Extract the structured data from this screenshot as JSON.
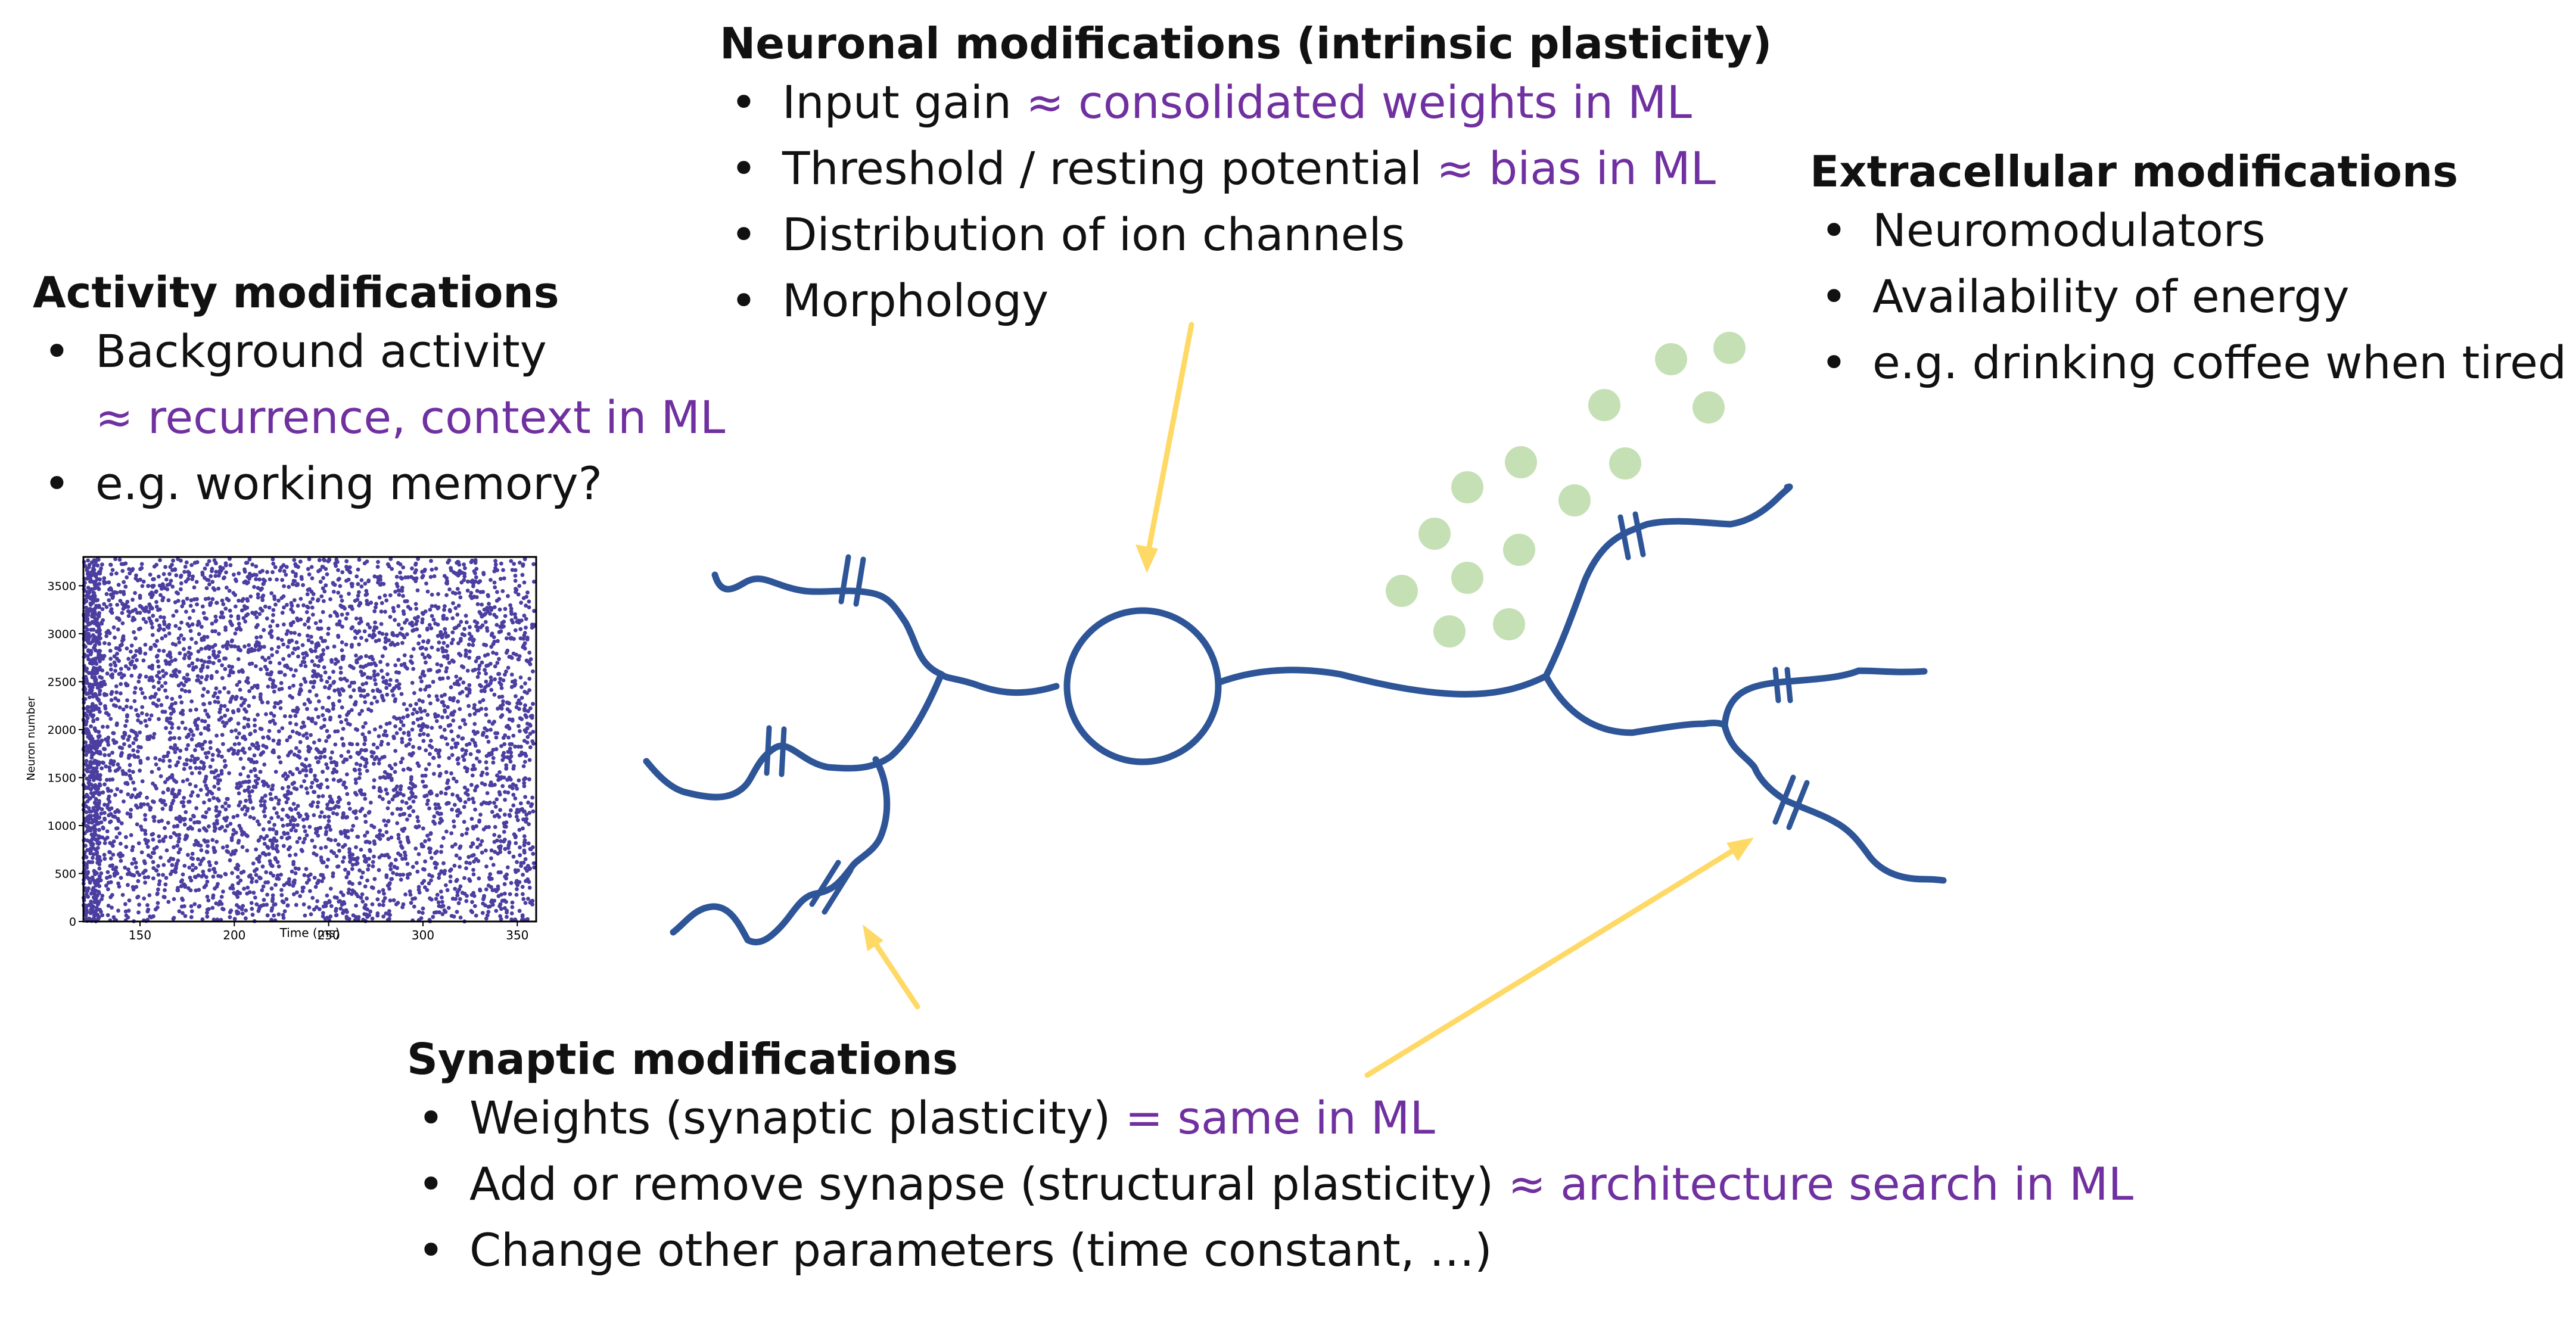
{
  "colors": {
    "neuron": "#2e5597",
    "arrow": "#ffd966",
    "molecule": "#c5e0b4",
    "ml_text": "#7030a0",
    "text": "#111111",
    "raster_dots": "#4b3ea0"
  },
  "neuronal": {
    "title": "Neuronal modifications (intrinsic plasticity)",
    "items": [
      {
        "text": "Input gain ",
        "ml": "≈ consolidated weights in ML"
      },
      {
        "text": "Threshold / resting potential ",
        "ml": "≈ bias in ML"
      },
      {
        "text": "Distribution of ion channels",
        "ml": ""
      },
      {
        "text": "Morphology",
        "ml": ""
      }
    ]
  },
  "extracellular": {
    "title": "Extracellular modifications",
    "items": [
      {
        "text": "Neuromodulators",
        "ml": ""
      },
      {
        "text": "Availability of energy",
        "ml": ""
      },
      {
        "text": "e.g. drinking coffee when tired",
        "ml": ""
      }
    ]
  },
  "activity": {
    "title": "Activity modifications",
    "item1": "Background activity",
    "item1_ml": "≈ recurrence, context in ML",
    "item2": "e.g. working memory?"
  },
  "synaptic": {
    "title": "Synaptic modifications",
    "items": [
      {
        "text": "Weights (synaptic plasticity) ",
        "ml": "= same in ML"
      },
      {
        "text": "Add or remove synapse (structural plasticity) ",
        "ml": "≈ architecture search in ML"
      },
      {
        "text": "Change other parameters (time constant, …)",
        "ml": ""
      }
    ]
  },
  "raster_plot": {
    "xlabel": "Time (ms)",
    "ylabel": "Neuron number",
    "x_ticks": [
      "150",
      "200",
      "250",
      "300",
      "350"
    ],
    "y_ticks": [
      "0",
      "500",
      "1000",
      "1500",
      "2000",
      "2500",
      "3000",
      "3500"
    ]
  },
  "chart_data": {
    "type": "scatter",
    "title": "",
    "xlabel": "Time (ms)",
    "ylabel": "Neuron number",
    "xlim": [
      120,
      360
    ],
    "ylim": [
      0,
      3800
    ],
    "x_ticks": [
      150,
      200,
      250,
      300,
      350
    ],
    "y_ticks": [
      0,
      500,
      1000,
      1500,
      2000,
      2500,
      3000,
      3500
    ],
    "grid": false,
    "series": [
      {
        "description": "spikes",
        "color": "#4b3ea0"
      }
    ]
  }
}
